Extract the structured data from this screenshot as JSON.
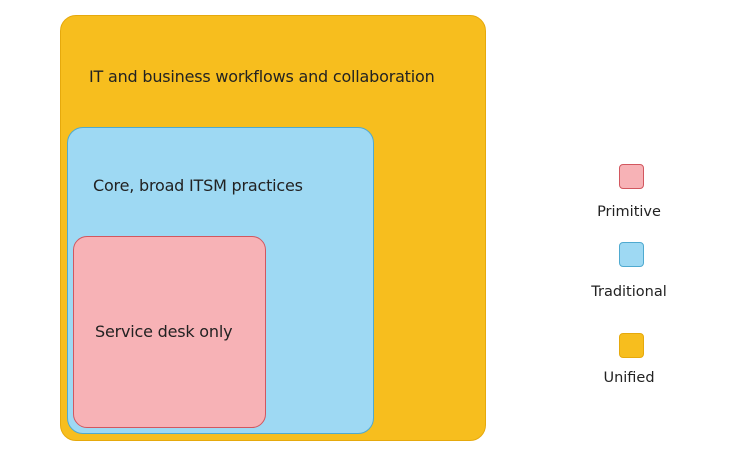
{
  "diagram": {
    "levels": [
      {
        "id": "unified",
        "description": "IT and business workflows and collaboration",
        "fill": "#F7BE1E",
        "stroke": "#E6A90C"
      },
      {
        "id": "traditional",
        "description": "Core, broad ITSM practices",
        "fill": "#9ED9F3",
        "stroke": "#4FAAD0"
      },
      {
        "id": "primitive",
        "description": "Service desk only",
        "fill": "#F7B2B6",
        "stroke": "#D2575F"
      }
    ]
  },
  "legend": {
    "items": [
      {
        "label": "Primitive",
        "fill": "#F7B2B6",
        "stroke": "#D2575F"
      },
      {
        "label": "Traditional",
        "fill": "#9ED9F3",
        "stroke": "#4FAAD0"
      },
      {
        "label": "Unified",
        "fill": "#F7BE1E",
        "stroke": "#E6A90C"
      }
    ]
  }
}
